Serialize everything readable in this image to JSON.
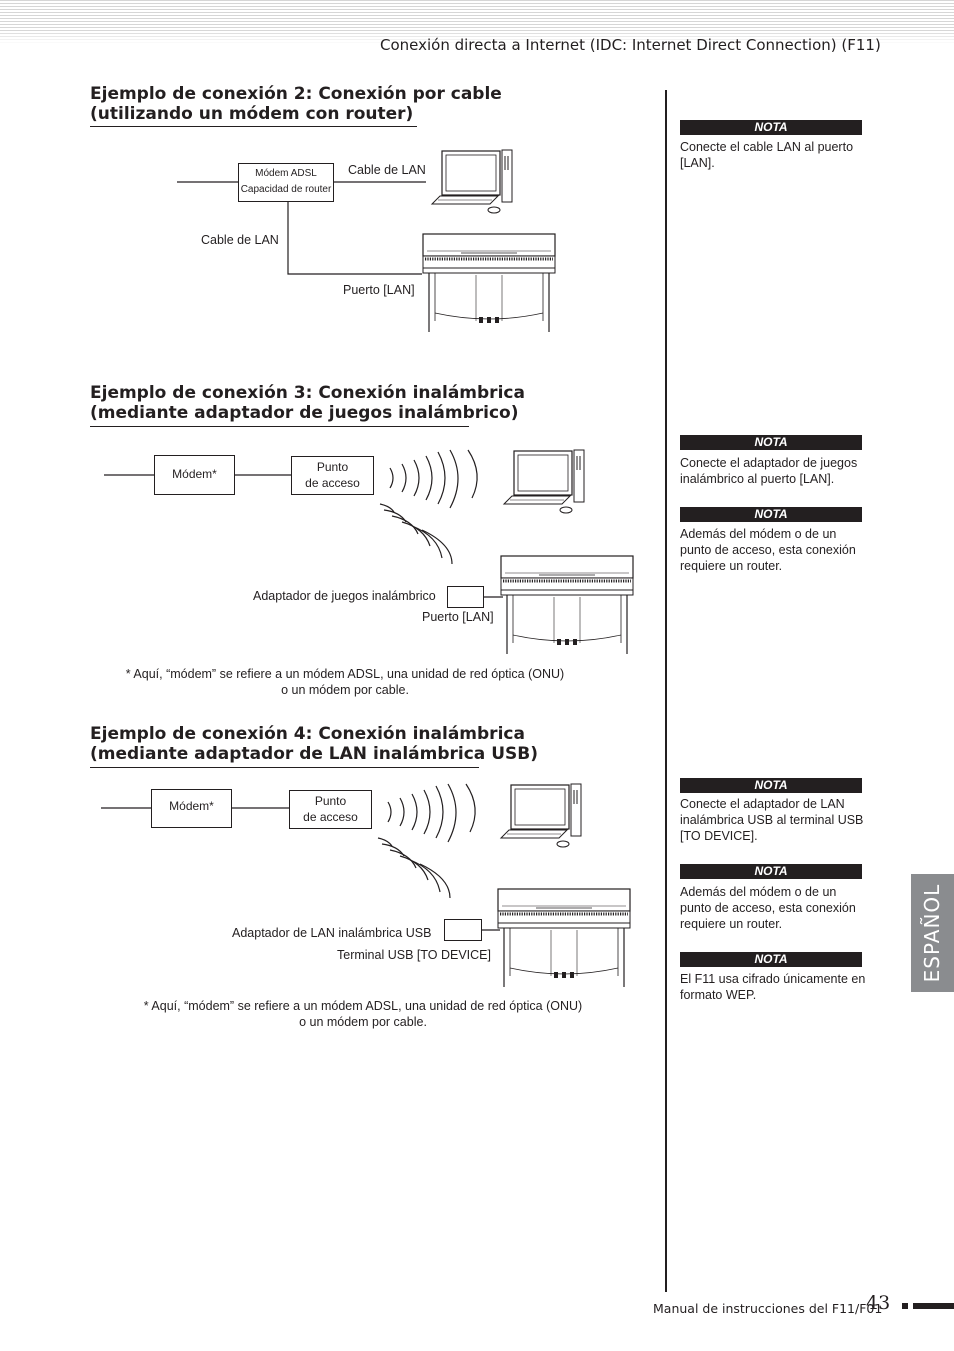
{
  "header": {
    "running_head": "Conexión directa a Internet (IDC: Internet Direct Connection) (F11)"
  },
  "section2": {
    "title_line1": "Ejemplo de conexión 2: Conexión por cable",
    "title_line2": "(utilizando un módem con router)",
    "modem_line1": "Módem ADSL",
    "modem_line2": "Capacidad de router",
    "cable_lan_top": "Cable de LAN",
    "cable_lan_left": "Cable de LAN",
    "puerto_lan": "Puerto [LAN]"
  },
  "section3": {
    "title_line1": "Ejemplo de conexión 3: Conexión inalámbrica",
    "title_line2": "(mediante adaptador de juegos inalámbrico)",
    "modem": "Módem*",
    "ap_line1": "Punto",
    "ap_line2": "de acceso",
    "adapter": "Adaptador de juegos inalámbrico",
    "puerto_lan": "Puerto [LAN]",
    "footnote_line1": "* Aquí, “módem” se refiere a un módem ADSL, una unidad de red óptica (ONU)",
    "footnote_line2": "o un módem por cable."
  },
  "section4": {
    "title_line1": "Ejemplo de conexión 4: Conexión inalámbrica",
    "title_line2": "(mediante adaptador de LAN inalámbrica USB)",
    "modem": "Módem*",
    "ap_line1": "Punto",
    "ap_line2": "de acceso",
    "adapter": "Adaptador de LAN inalámbrica USB",
    "terminal": "Terminal USB [TO DEVICE]",
    "footnote_line1": "* Aquí, “módem” se refiere a un módem ADSL, una unidad de red óptica (ONU)",
    "footnote_line2": "o un módem por cable."
  },
  "notes": [
    {
      "head": "NOTA",
      "text": "Conecte el cable LAN al puerto [LAN]."
    },
    {
      "head": "NOTA",
      "text": "Conecte el adaptador de juegos inalámbrico al puerto [LAN]."
    },
    {
      "head": "NOTA",
      "text": "Además del módem o de un punto de acceso, esta conexión requiere un router."
    },
    {
      "head": "NOTA",
      "text": "Conecte el adaptador de LAN inalámbrica USB al terminal USB [TO DEVICE]."
    },
    {
      "head": "NOTA",
      "text": "Además del módem o de un punto de acceso, esta conexión requiere un router."
    },
    {
      "head": "NOTA",
      "text": "El F11 usa cifrado únicamente en formato WEP."
    }
  ],
  "language_tab": "ESPAÑOL",
  "footer": {
    "manual": "Manual de instrucciones del F11/F01",
    "page_number": "43"
  }
}
